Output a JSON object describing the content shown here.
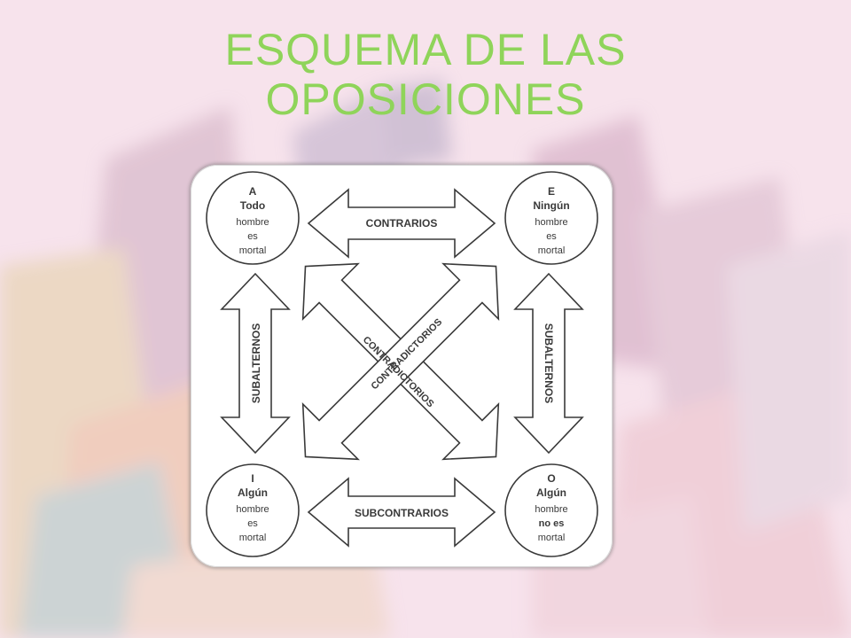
{
  "slide": {
    "title_line1": "ESQUEMA DE LAS",
    "title_line2": "OPOSICIONES"
  },
  "colors": {
    "title": "#8fd45a",
    "card": "#ffffff",
    "ink": "#3a3a3a"
  },
  "diagram": {
    "corners": {
      "a": {
        "letter": "A",
        "quantifier": "Todo",
        "line1": "hombre",
        "line2": "es",
        "line3": "mortal"
      },
      "e": {
        "letter": "E",
        "quantifier": "Ningún",
        "line1": "hombre",
        "line2": "es",
        "line3": "mortal"
      },
      "i": {
        "letter": "I",
        "quantifier": "Algún",
        "line1": "hombre",
        "line2": "es",
        "line3": "mortal"
      },
      "o": {
        "letter": "O",
        "quantifier": "Algún",
        "line1": "hombre",
        "line2": "no es",
        "line3": "mortal"
      }
    },
    "relations": {
      "top": "CONTRARIOS",
      "bottom": "SUBCONTRARIOS",
      "left": "SUBALTERNOS",
      "right": "SUBALTERNOS",
      "diagonal_1": "CONTRADICTORIOS",
      "diagonal_2": "CONTRADICTORIOS"
    }
  }
}
